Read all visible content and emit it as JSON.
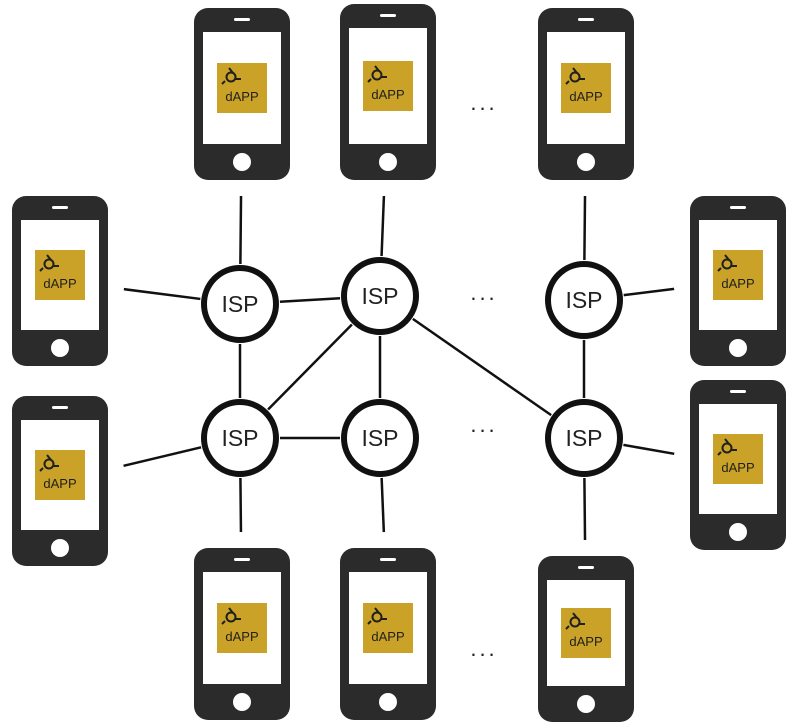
{
  "colors": {
    "phone_body": "#2b2b2b",
    "app_tile": "#c9a227",
    "node_stroke": "#111111",
    "background": "#ffffff"
  },
  "app": {
    "label": "dAPP",
    "icon": "dapp-logo-icon"
  },
  "isp_label": "ISP",
  "ellipsis": "...",
  "phones": [
    {
      "id": "phone-top-1",
      "app": "dAPP"
    },
    {
      "id": "phone-top-2",
      "app": "dAPP"
    },
    {
      "id": "phone-top-3",
      "app": "dAPP"
    },
    {
      "id": "phone-left-1",
      "app": "dAPP"
    },
    {
      "id": "phone-left-2",
      "app": "dAPP"
    },
    {
      "id": "phone-right-1",
      "app": "dAPP"
    },
    {
      "id": "phone-right-2",
      "app": "dAPP"
    },
    {
      "id": "phone-bottom-1",
      "app": "dAPP"
    },
    {
      "id": "phone-bottom-2",
      "app": "dAPP"
    },
    {
      "id": "phone-bottom-3",
      "app": "dAPP"
    }
  ],
  "isp_nodes": [
    {
      "id": "isp-1",
      "label": "ISP"
    },
    {
      "id": "isp-2",
      "label": "ISP"
    },
    {
      "id": "isp-3",
      "label": "ISP"
    },
    {
      "id": "isp-4",
      "label": "ISP"
    },
    {
      "id": "isp-5",
      "label": "ISP"
    },
    {
      "id": "isp-6",
      "label": "ISP"
    }
  ],
  "connections": [
    [
      "isp-1",
      "isp-2"
    ],
    [
      "isp-1",
      "isp-4"
    ],
    [
      "isp-2",
      "isp-4"
    ],
    [
      "isp-2",
      "isp-5"
    ],
    [
      "isp-2",
      "isp-6"
    ],
    [
      "isp-3",
      "isp-6"
    ],
    [
      "isp-4",
      "isp-5"
    ],
    [
      "phone-top-1",
      "isp-1"
    ],
    [
      "phone-top-2",
      "isp-2"
    ],
    [
      "phone-top-3",
      "isp-3"
    ],
    [
      "phone-left-1",
      "isp-1"
    ],
    [
      "phone-left-2",
      "isp-4"
    ],
    [
      "phone-right-1",
      "isp-3"
    ],
    [
      "phone-right-2",
      "isp-6"
    ],
    [
      "phone-bottom-1",
      "isp-4"
    ],
    [
      "phone-bottom-2",
      "isp-5"
    ],
    [
      "phone-bottom-3",
      "isp-6"
    ]
  ]
}
